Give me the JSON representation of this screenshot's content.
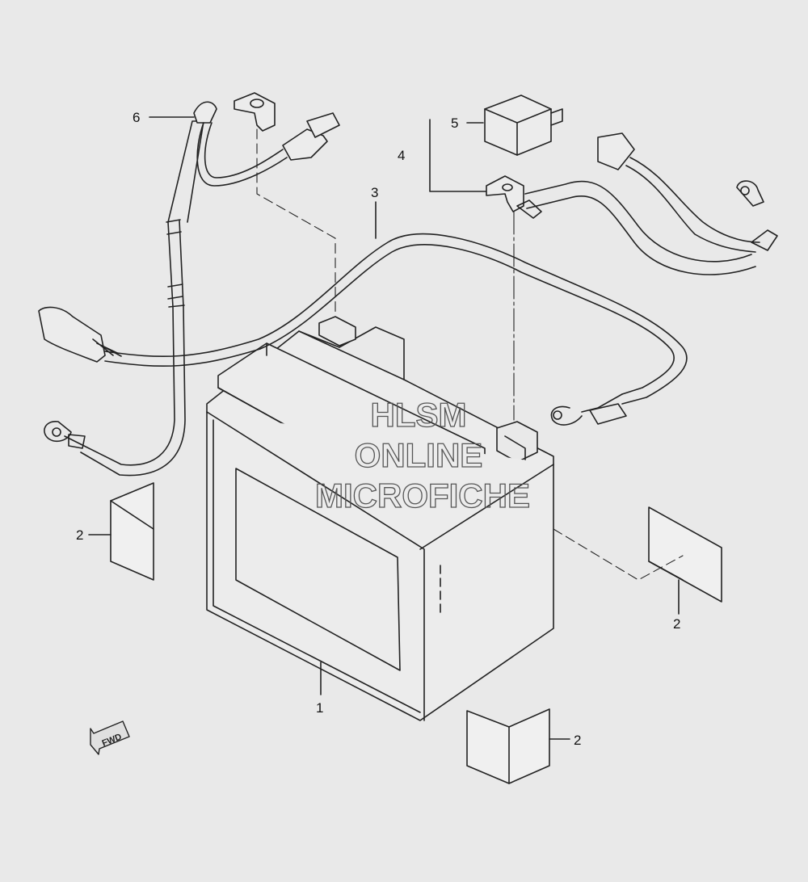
{
  "callouts": [
    {
      "id": "battery",
      "number": "1"
    },
    {
      "id": "pad-left",
      "number": "2"
    },
    {
      "id": "pad-right",
      "number": "2"
    },
    {
      "id": "pad-bottom",
      "number": "2"
    },
    {
      "id": "starter-lead",
      "number": "3"
    },
    {
      "id": "relay-group",
      "number": "4"
    },
    {
      "id": "relay",
      "number": "5"
    },
    {
      "id": "ground-lead",
      "number": "6"
    }
  ],
  "watermark": {
    "line1": "HLSM",
    "line2": "ONLINE",
    "line3": "MICROFICHE"
  },
  "direction": {
    "label": "FWD"
  },
  "colors": {
    "background": "#e9e9e9",
    "line": "#222222",
    "watermark": "#555555"
  }
}
